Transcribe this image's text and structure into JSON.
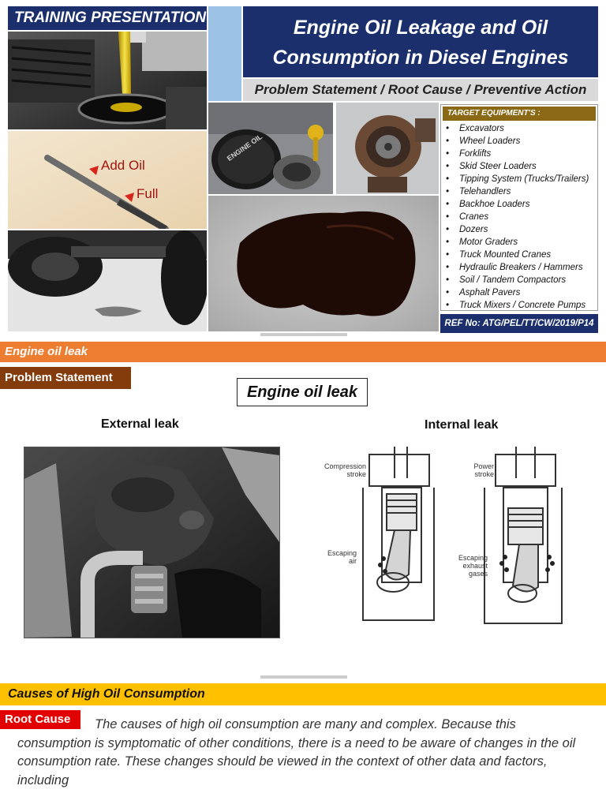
{
  "header": {
    "badge": "TRAINING PRESENTATION",
    "title_line1": "Engine Oil Leakage and Oil",
    "title_line2": "Consumption in Diesel Engines",
    "subtitle": "Problem Statement / Root Cause / Preventive Action"
  },
  "dipstick": {
    "add_oil": "Add Oil",
    "full": "Full"
  },
  "oil_cap": {
    "text": "ENGINE OIL"
  },
  "equipment": {
    "header": "TARGET EQUIPMENT'S :",
    "items": [
      "Excavators",
      "Wheel Loaders",
      "Forklifts",
      "Skid Steer Loaders",
      "Tipping System (Trucks/Trailers)",
      "Telehandlers",
      "Backhoe Loaders",
      "Cranes",
      "Dozers",
      "Motor Graders",
      "Truck Mounted Cranes",
      "Hydraulic Breakers / Hammers",
      "Soil / Tandem Compactors",
      "Asphalt Pavers",
      "Truck Mixers / Concrete Pumps"
    ]
  },
  "ref": "REF No: ATG/PEL/TT/CW/2019/P14",
  "section1": {
    "bar": "Engine oil leak",
    "tag": "Problem Statement",
    "box_title": "Engine oil leak",
    "external_label": "External leak",
    "internal_label": "Internal leak",
    "diagram": {
      "left_stroke": "Compression\nstroke",
      "left_escape": "Escaping\nair",
      "right_stroke": "Power\nstroke",
      "right_escape": "Escaping\nexhaust\ngases"
    }
  },
  "section2": {
    "bar": "Causes of High Oil Consumption",
    "tag": "Root Cause",
    "paragraph": "The causes of high oil consumption are many and complex. Because this consumption is symptomatic of other conditions, there is a need to be aware of changes in the oil consumption rate. These changes should be viewed in the context of other data and factors, including"
  },
  "colors": {
    "navy": "#1a2f6b",
    "light_blue": "#9cc3e6",
    "orange": "#ed7d31",
    "brown": "#843c0c",
    "gold": "#8b6914",
    "yellow": "#ffc000",
    "red": "#e00000",
    "arrow_red": "#d9261c"
  }
}
